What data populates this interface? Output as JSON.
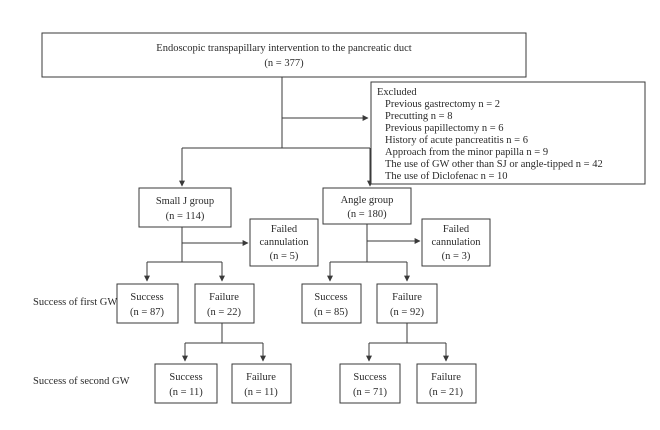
{
  "top": {
    "title": "Endoscopic transpapillary intervention to the pancreatic duct",
    "count": "(n = 377)"
  },
  "excluded": {
    "heading": "Excluded",
    "items": [
      "Previous gastrectomy n = 2",
      "Precutting n = 8",
      "Previous papillectomy n = 6",
      "History of acute pancreatitis n = 6",
      "Approach from the minor papilla n = 9",
      "The use of GW other than SJ or angle-tipped n = 42",
      "The use of Diclofenac n = 10"
    ]
  },
  "small_j": {
    "label": "Small J group",
    "count": "(n = 114)",
    "failed_cannulation": {
      "line1": "Failed",
      "line2": "cannulation",
      "count": "(n = 5)"
    },
    "first_success": {
      "label": "Success",
      "count": "(n = 87)"
    },
    "first_failure": {
      "label": "Failure",
      "count": "(n = 22)"
    },
    "second_success": {
      "label": "Success",
      "count": "(n = 11)"
    },
    "second_failure": {
      "label": "Failure",
      "count": "(n = 11)"
    }
  },
  "angle": {
    "label": "Angle group",
    "count": "(n = 180)",
    "failed_cannulation": {
      "line1": "Failed",
      "line2": "cannulation",
      "count": "(n = 3)"
    },
    "first_success": {
      "label": "Success",
      "count": "(n = 85)"
    },
    "first_failure": {
      "label": "Failure",
      "count": "(n = 92)"
    },
    "second_success": {
      "label": "Success",
      "count": "(n = 71)"
    },
    "second_failure": {
      "label": "Failure",
      "count": "(n = 21)"
    }
  },
  "row_labels": {
    "first_gw": "Success of first GW",
    "second_gw": "Success of second GW"
  }
}
